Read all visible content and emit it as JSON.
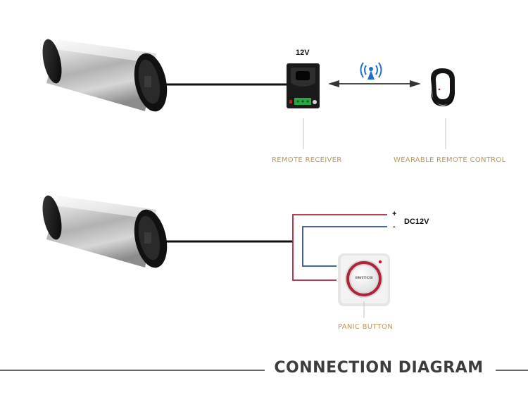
{
  "diagram": {
    "title": "CONNECTION DIAGRAM",
    "receiver_voltage": "12V",
    "receiver_label": "REMOTE  RECEIVER",
    "wearable_label": "WEARABLE REMOTE CONTROL",
    "dc_label": "DC12V",
    "plus_sign": "+",
    "minus_sign": "-",
    "switch_text": "SWITCH",
    "panic_label": "PANIC BUTTON",
    "colors": {
      "label_gold": "#b79a5a",
      "wire_red": "#b0243a",
      "wire_blue": "#2c4ea3",
      "accent_blue": "#1f6fd1",
      "title_gray": "#3d3d3d"
    }
  }
}
